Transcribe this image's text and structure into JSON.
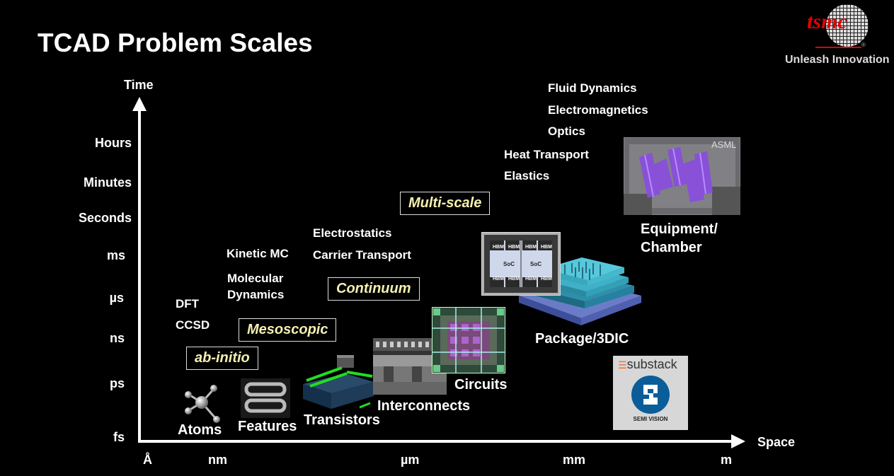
{
  "title": "TCAD Problem Scales",
  "logo": {
    "wordmark": "tsmc",
    "registered": "®",
    "tagline": "Unleash Innovation"
  },
  "axes": {
    "y_label": "Time",
    "x_label": "Space",
    "y_ticks": [
      "Hours",
      "Minutes",
      "Seconds",
      "ms",
      "µs",
      "ns",
      "ps",
      "fs"
    ],
    "x_ticks": [
      "Å",
      "nm",
      "µm",
      "mm",
      "m"
    ],
    "color": "#ffffff"
  },
  "scale_boxes": {
    "ab_initio": "ab-initio",
    "mesoscopic": "Mesoscopic",
    "continuum": "Continuum",
    "multi_scale": "Multi-scale",
    "text_color": "#f5f0b0"
  },
  "methods": {
    "dft": "DFT",
    "ccsd": "CCSD",
    "kinetic_mc": "Kinetic MC",
    "molecular_dynamics_1": "Molecular",
    "molecular_dynamics_2": "Dynamics",
    "electrostatics": "Electrostatics",
    "carrier_transport": "Carrier Transport",
    "heat_transport": "Heat Transport",
    "elastics": "Elastics",
    "fluid_dynamics": "Fluid Dynamics",
    "electromagnetics": "Electromagnetics",
    "optics": "Optics"
  },
  "objects": {
    "atoms": "Atoms",
    "features": "Features",
    "transistors": "Transistors",
    "interconnects": "Interconnects",
    "circuits": "Circuits",
    "package": "Package/3DIC",
    "equipment_1": "Equipment/",
    "equipment_2": "Chamber"
  },
  "image_tags": {
    "asml": "ASML",
    "hbm": "HBM",
    "soc": "SoC"
  },
  "watermark": {
    "brand": "substack",
    "caption": "SEMI VISION"
  }
}
